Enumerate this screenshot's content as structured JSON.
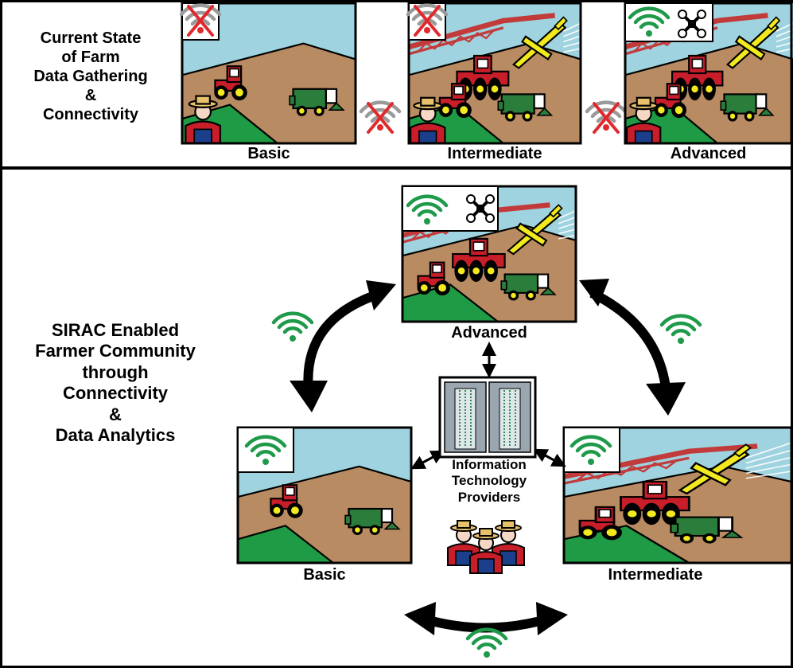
{
  "top_section": {
    "title_lines": [
      "Current State",
      "of Farm",
      "Data Gathering",
      "&",
      "Connectivity"
    ],
    "panels": {
      "basic": "Basic",
      "intermediate": "Intermediate",
      "advanced": "Advanced"
    }
  },
  "bottom_section": {
    "title_lines": [
      "SIRAC Enabled",
      "Farmer Community",
      "through",
      "Connectivity",
      "&",
      "Data Analytics"
    ],
    "panels": {
      "advanced": "Advanced",
      "basic": "Basic",
      "intermediate": "Intermediate"
    },
    "provider_lines": [
      "Information",
      "Technology",
      "Providers"
    ]
  },
  "colors": {
    "sky": "#9ed3df",
    "soil": "#b98b62",
    "grass": "#1f9a45",
    "wifi_on": "#1e9a4a",
    "wifi_off": "#9a9a9a",
    "cross": "#e0292c",
    "tractor": "#c81e2a",
    "combine": "#2a7d3b",
    "plane": "#f2ea1e",
    "boom": "#c23a3a"
  },
  "icons": [
    "wifi-icon",
    "no-wifi-icon",
    "drone-icon",
    "tractor-icon",
    "combine-icon",
    "crop-duster-icon",
    "server-rack-icon",
    "farmer-icon",
    "bidirectional-arrow-icon"
  ]
}
